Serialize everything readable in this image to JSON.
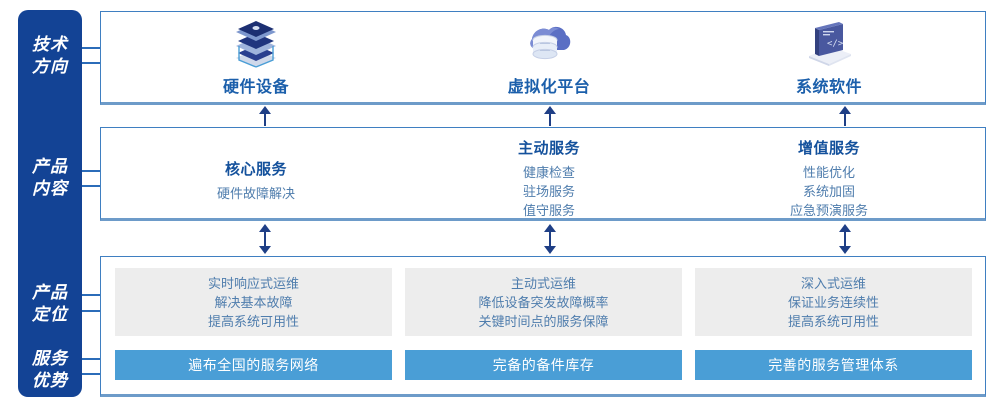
{
  "sidebar": {
    "items": [
      {
        "name": "technology-direction",
        "line1": "技术",
        "line2": "方向"
      },
      {
        "name": "product-content",
        "line1": "产品",
        "line2": "内容"
      },
      {
        "name": "product-positioning",
        "line1": "产品",
        "line2": "定位"
      },
      {
        "name": "service-advantage",
        "line1": "服务",
        "line2": "优势"
      }
    ]
  },
  "technology": {
    "columns": [
      {
        "icon": "server-stack-icon",
        "label": "硬件设备"
      },
      {
        "icon": "cloud-database-icon",
        "label": "虚拟化平台"
      },
      {
        "icon": "laptop-code-icon",
        "label": "系统软件"
      }
    ]
  },
  "content": {
    "columns": [
      {
        "heading": "核心服务",
        "items": [
          "硬件故障解决"
        ]
      },
      {
        "heading": "主动服务",
        "items": [
          "健康检查",
          "驻场服务",
          "值守服务"
        ]
      },
      {
        "heading": "增值服务",
        "items": [
          "性能优化",
          "系统加固",
          "应急预演服务"
        ]
      }
    ]
  },
  "positioning": {
    "cards": [
      {
        "lines": [
          "实时响应式运维",
          "解决基本故障",
          "提高系统可用性"
        ]
      },
      {
        "lines": [
          "主动式运维",
          "降低设备突发故障概率",
          "关键时间点的服务保障"
        ]
      },
      {
        "lines": [
          "深入式运维",
          "保证业务连续性",
          "提高系统可用性"
        ]
      }
    ]
  },
  "advantages": {
    "bars": [
      {
        "label": "遍布全国的服务网络"
      },
      {
        "label": "完备的备件库存"
      },
      {
        "label": "完善的服务管理体系"
      }
    ]
  },
  "colors": {
    "sidebar_blue": "#134395",
    "border_blue": "#3f7fc1",
    "heading_blue": "#14519c",
    "body_blue": "#4f7dad",
    "bar_blue": "#4a9ed6",
    "card_gray": "#ededed",
    "arrow_blue": "#1f3f86"
  }
}
